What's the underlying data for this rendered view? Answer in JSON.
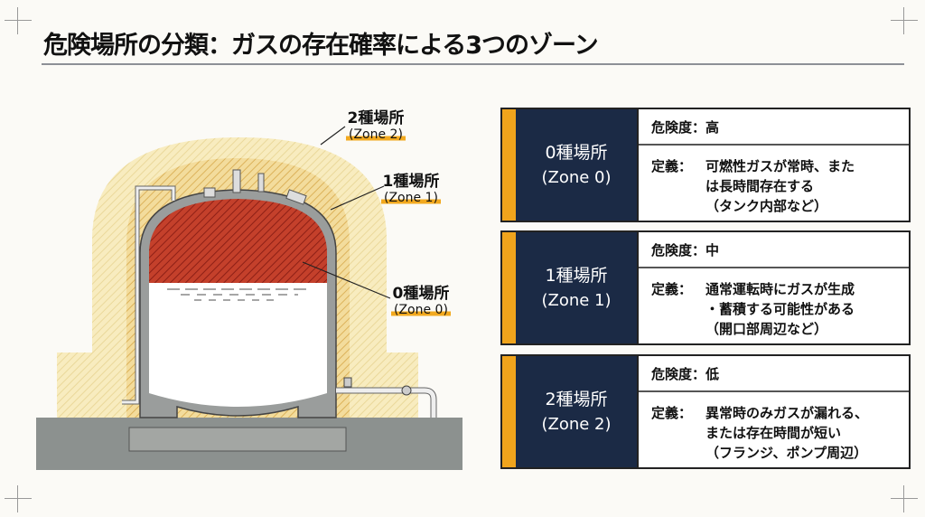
{
  "title": "危険場所の分類：ガスの存在確率による3つのゾーン",
  "diagram": {
    "labels": [
      {
        "ja": "2種場所",
        "en": "(Zone 2)"
      },
      {
        "ja": "1種場所",
        "en": "(Zone 1)"
      },
      {
        "ja": "0種場所",
        "en": "(Zone 0)"
      }
    ]
  },
  "cards": [
    {
      "zone_ja": "0種場所",
      "zone_en": "(Zone 0)",
      "risk": "危険度：高",
      "def_label": "定義：",
      "def_lines": [
        "可燃性ガスが常時、また",
        "は長時間存在する",
        "（タンク内部など）"
      ]
    },
    {
      "zone_ja": "1種場所",
      "zone_en": "(Zone 1)",
      "risk": "危険度：中",
      "def_label": "定義：",
      "def_lines": [
        "通常運転時にガスが生成",
        "・蓄積する可能性がある",
        "（開口部周辺など）"
      ]
    },
    {
      "zone_ja": "2種場所",
      "zone_en": "(Zone 2)",
      "risk": "危険度：低",
      "def_label": "定義：",
      "def_lines": [
        "異常時のみガスが漏れる、",
        "または存在時間が短い",
        "（フランジ、ポンプ周辺）"
      ]
    }
  ],
  "colors": {
    "navy": "#1b2a45",
    "accent": "#f0a41c",
    "zone0": "#c0392b",
    "zone1": "#f1d48a",
    "zone2": "#f8ecbf"
  }
}
